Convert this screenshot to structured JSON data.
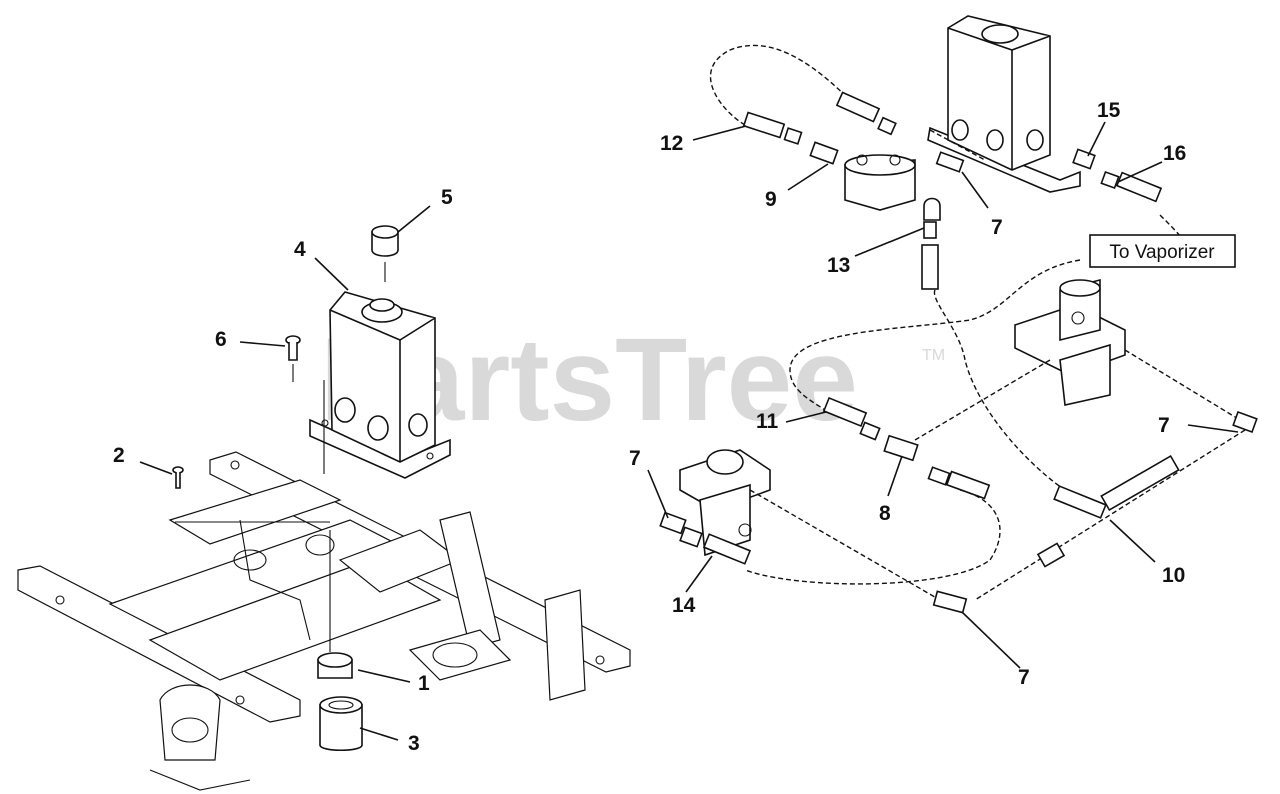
{
  "diagram": {
    "watermark": "PartsTree",
    "watermark_mark": "TM",
    "note_label": "To Vaporizer",
    "callouts": {
      "c1": "1",
      "c2": "2",
      "c3": "3",
      "c4": "4",
      "c5": "5",
      "c6": "6",
      "c7a": "7",
      "c7b": "7",
      "c7c": "7",
      "c7d": "7",
      "c8": "8",
      "c9": "9",
      "c10": "10",
      "c11": "11",
      "c12": "12",
      "c13": "13",
      "c14": "14",
      "c15": "15",
      "c16": "16"
    }
  }
}
